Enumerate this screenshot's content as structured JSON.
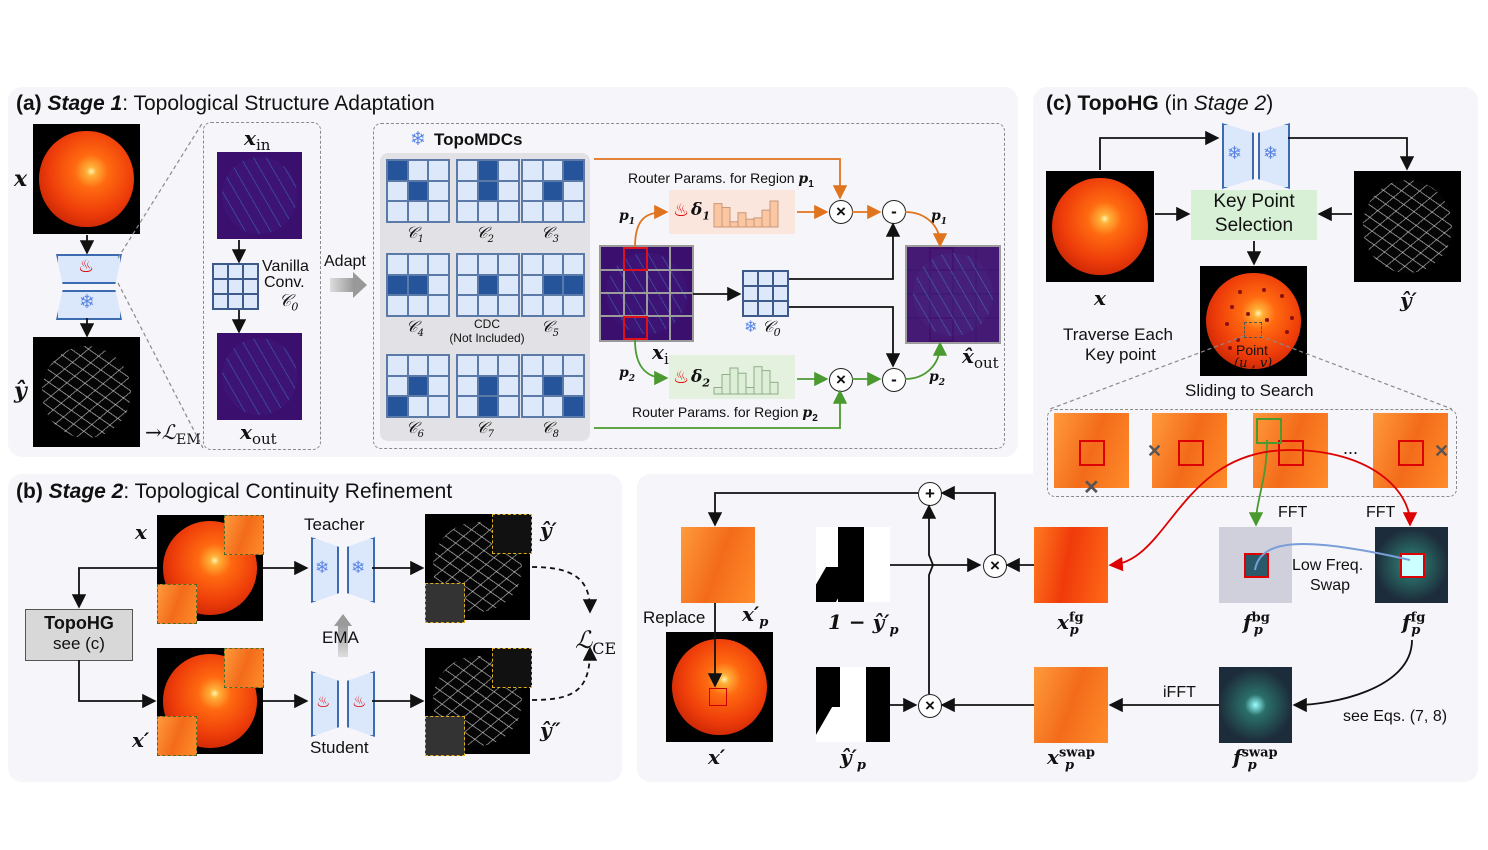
{
  "panels": {
    "a": {
      "prefix": "(a) ",
      "stage": "Stage 1",
      "rest": ": Topological Structure Adaptation"
    },
    "b": {
      "prefix": "(b) ",
      "stage": "Stage 2",
      "rest": ": Topological Continuity Refinement"
    },
    "c": {
      "prefix": "(c) ",
      "bold": "TopoHG",
      "open": " (in ",
      "stage": "Stage 2",
      "close": ")"
    }
  },
  "stage1": {
    "x": "x",
    "y_hat": "ŷ",
    "loss_em": "→ℒ",
    "loss_em_sub": "EM",
    "x_in": "x",
    "x_in_sub": "in",
    "x_out": "x",
    "x_out_sub": "out",
    "vanilla_line1": "Vanilla",
    "vanilla_line2": "Conv.",
    "c0": "𝒞",
    "c0_sub": "0",
    "adapt": "Adapt",
    "topomdcs": "TopoMDCs",
    "kernels": [
      {
        "name": "𝒞",
        "sub": "1"
      },
      {
        "name": "𝒞",
        "sub": "2"
      },
      {
        "name": "𝒞",
        "sub": "3"
      },
      {
        "name": "𝒞",
        "sub": "4"
      },
      {
        "name": "CDC",
        "sub": "(Not Included)"
      },
      {
        "name": "𝒞",
        "sub": "5"
      },
      {
        "name": "𝒞",
        "sub": "6"
      },
      {
        "name": "𝒞",
        "sub": "7"
      },
      {
        "name": "𝒞",
        "sub": "8"
      }
    ],
    "router_p1": "Router Params. for Region ",
    "router_p2": "Router Params. for Region ",
    "p1": "p",
    "p1_sub": "1",
    "p2": "p",
    "p2_sub": "2",
    "delta1": "δ",
    "delta1_sub": "1",
    "delta2": "δ",
    "delta2_sub": "2",
    "delta1_hist": [
      0.9,
      0.75,
      0.2,
      0.55,
      0.3,
      0.35,
      0.65,
      1.0
    ],
    "delta2_hist": [
      0.25,
      0.75,
      1.0,
      0.8,
      0.25,
      1.05,
      0.9,
      0.45
    ],
    "xhat_out": "x̂",
    "xhat_out_sub": "out",
    "op_times": "×",
    "op_minus": "-"
  },
  "stage2": {
    "x": "x",
    "x_prime": "x′",
    "topohg_title": "TopoHG",
    "topohg_sub": "see (c)",
    "teacher": "Teacher",
    "student": "Student",
    "ema": "EMA",
    "y_hat_prime": "ŷ′",
    "y_hat_dprime": "ŷ″",
    "loss_ce": "ℒ",
    "loss_ce_sub": "CE"
  },
  "topohg": {
    "key_point_line1": "Key Point",
    "key_point_line2": "Selection",
    "x": "x",
    "y_hat_prime": "ŷ′",
    "traverse_line1": "Traverse Each",
    "traverse_line2": "Key point",
    "point_line1": "Point",
    "point_line2": "(u , v)",
    "sliding": "Sliding to Search",
    "ellipsis": "...",
    "fft1": "FFT",
    "fft2": "FFT",
    "ifft": "iFFT",
    "low_freq_line1": "Low Freq.",
    "low_freq_line2": "Swap",
    "see_eqs": "see Eqs. (7, 8)",
    "replace": "Replace",
    "x_p_prime": "x′",
    "x_p_prime_sub": "p",
    "one_minus_y": "1 − ŷ′",
    "one_minus_y_sub": "p",
    "y_p": "ŷ′",
    "y_p_sub": "p",
    "x_prime": "x′",
    "x_fg": "x",
    "x_fg_sup": "fg",
    "x_fg_sub": "p",
    "f_bg": "f",
    "f_bg_sup": "bg",
    "f_bg_sub": "p",
    "f_fg": "f",
    "f_fg_sup": "fg",
    "f_fg_sub": "p",
    "x_swap": "x",
    "x_swap_sup": "swap",
    "x_swap_sub": "p",
    "f_swap": "f",
    "f_swap_sup": "swap",
    "f_swap_sub": "p",
    "op_plus": "+",
    "op_times": "×"
  },
  "colors": {
    "orange_path": "#e0731e",
    "green_path": "#4b9a30",
    "red_highlight": "#e0101a",
    "encoder_blue": "#3d6bb0",
    "snowflake": "#5b86e5",
    "fire": "#e8141a"
  }
}
